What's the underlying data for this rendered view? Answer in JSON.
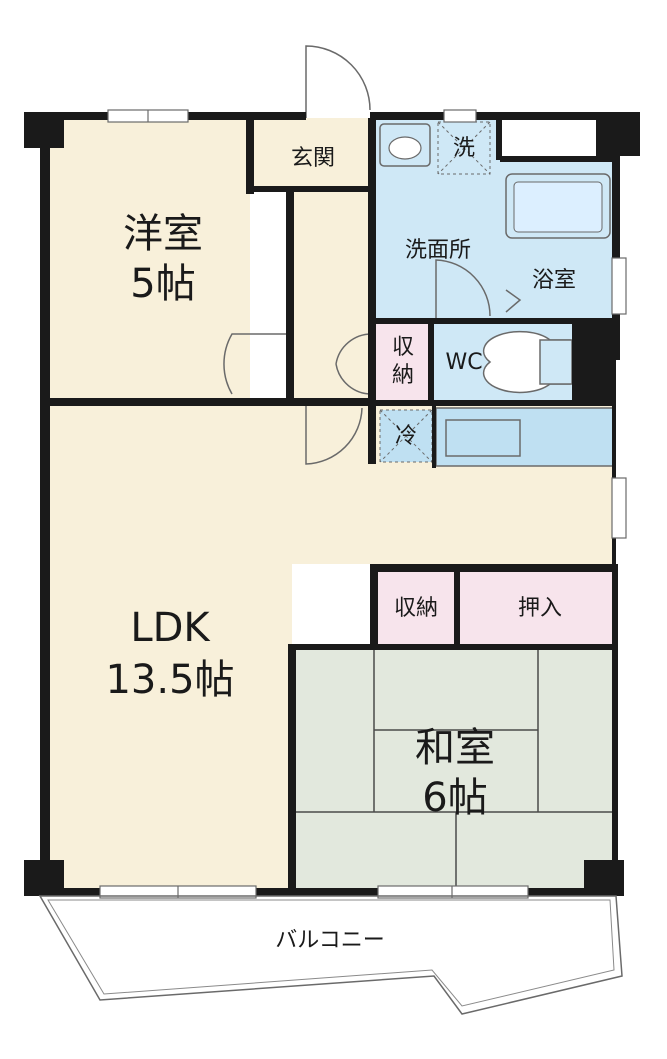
{
  "rooms": {
    "western": {
      "name": "洋室",
      "size": "5帖"
    },
    "entrance": {
      "name": "玄関"
    },
    "washroom": {
      "name": "洗面所"
    },
    "washer": {
      "name": "洗"
    },
    "bath": {
      "name": "浴室"
    },
    "storage_upper": {
      "name": "収納"
    },
    "toilet": {
      "name": "WC"
    },
    "fridge": {
      "name": "冷"
    },
    "ldk": {
      "name": "LDK",
      "size": "13.5帖"
    },
    "storage_lower": {
      "name": "収納"
    },
    "closet": {
      "name": "押入"
    },
    "japanese": {
      "name": "和室",
      "size": "6帖"
    },
    "balcony": {
      "name": "バルコニー"
    }
  },
  "colors": {
    "wall": "#1a1a1a",
    "room_beige": "#f8f0da",
    "room_blue": "#cfe8f6",
    "room_pink": "#f7e4ec",
    "room_green": "#e2e8dd",
    "fixture_blue": "#bfe0f2",
    "line": "#6a6a6a"
  }
}
